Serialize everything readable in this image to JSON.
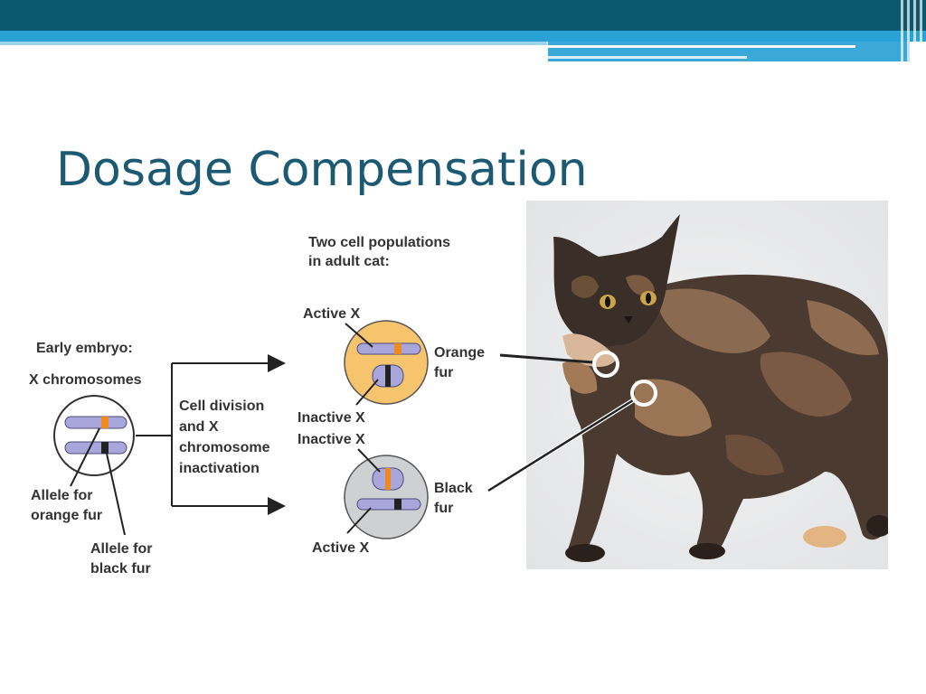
{
  "slide": {
    "title": "Dosage Compensation"
  },
  "diagram": {
    "embryo_heading": "Early embryo:",
    "x_chromosomes": "X chromosomes",
    "process_line1": "Cell division",
    "process_line2": "and X",
    "process_line3": "chromosome",
    "process_line4": "inactivation",
    "populations_line1": "Two cell populations",
    "populations_line2": "in adult cat:",
    "top_cell_active": "Active X",
    "top_cell_inactive": "Inactive X",
    "bottom_cell_inactive": "Inactive X",
    "bottom_cell_active": "Active X",
    "orange_line1": "Orange",
    "orange_line2": "fur",
    "black_line1": "Black",
    "black_line2": "fur",
    "allele_orange_line1": "Allele for",
    "allele_orange_line2": "orange fur",
    "allele_black_line1": "Allele for",
    "allele_black_line2": "black fur"
  },
  "colors": {
    "title": "#1b5a72",
    "header_dark": "#0b5870",
    "header_light": "#2ba2d6",
    "orange_cell": "#f7c46e",
    "gray_cell": "#cfd0d2",
    "chromosome": "#a9a6dc",
    "orange_band": "#f08a1c",
    "black_band": "#222222"
  }
}
